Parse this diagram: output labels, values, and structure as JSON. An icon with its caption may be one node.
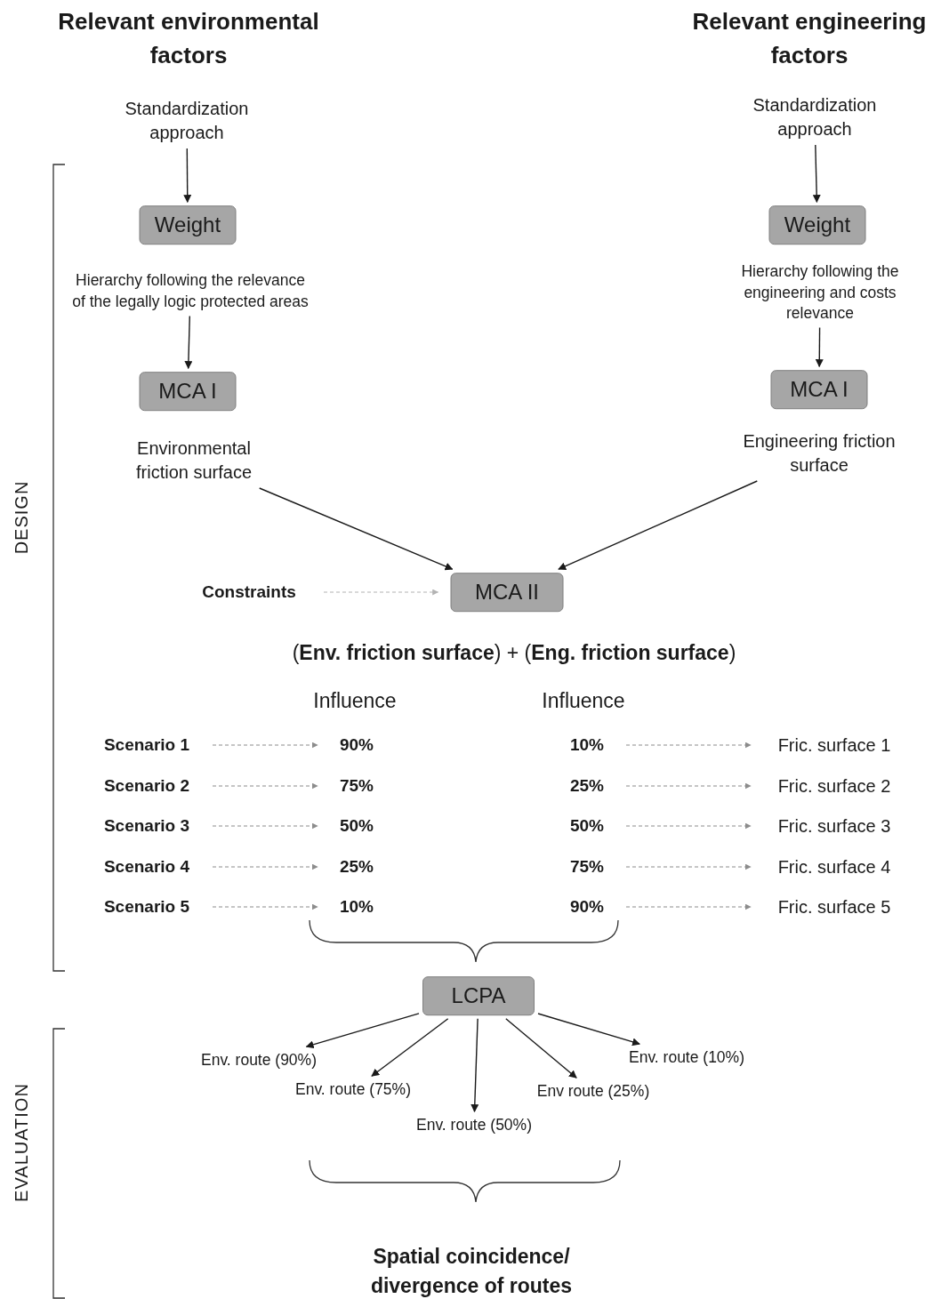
{
  "diagram": {
    "nodes": [
      {
        "text": [
          "Standardization approach"
        ]
      },
      {
        "text": [
          "Weight"
        ]
      },
      {
        "text": [
          "Hierarchy following the relevance of the legally logic protected areas"
        ]
      },
      {
        "text": [
          "MCA I"
        ]
      },
      {
        "text": [
          "Environmental friction surface"
        ]
      },
      {
        "text": [
          "Standardization approach"
        ]
      },
      {
        "text": [
          "Weight"
        ]
      },
      {
        "text": [
          "Hierarchy following the engineering and costs relevance"
        ]
      },
      {
        "text": [
          "MCA I"
        ]
      },
      {
        "text": [
          "Engineering friction surface"
        ]
      },
      {
        "text": [
          "Constraints"
        ]
      },
      {
        "text": [
          "MCA  II"
        ]
      },
      {
        "text": [
          "Scenario 1"
        ]
      },
      {
        "text": [
          "Scenario 2"
        ]
      },
      {
        "text": [
          "Scenario 3"
        ]
      },
      {
        "text": [
          "Scenario 4"
        ]
      },
      {
        "text": [
          "Scenario 5"
        ]
      },
      {
        "text": [
          "90%"
        ]
      },
      {
        "text": [
          "75%"
        ]
      },
      {
        "text": [
          "50%"
        ]
      },
      {
        "text": [
          "25%"
        ]
      },
      {
        "text": [
          "10%"
        ]
      },
      {
        "text": [
          "10%"
        ]
      },
      {
        "text": [
          "25%"
        ]
      },
      {
        "text": [
          "50%"
        ]
      },
      {
        "text": [
          "75%"
        ]
      },
      {
        "text": [
          "90%"
        ]
      },
      {
        "text": [
          "Fric. surface 1"
        ]
      },
      {
        "text": [
          "Fric. surface 2"
        ]
      },
      {
        "text": [
          "Fric. surface 3"
        ]
      },
      {
        "text": [
          "Fric. surface 4"
        ]
      },
      {
        "text": [
          "Fric. surface 5"
        ]
      },
      {
        "text": [
          "LCPA"
        ]
      },
      {
        "text": [
          "Env. route (90%)"
        ]
      },
      {
        "text": [
          "Env. route (75%)"
        ]
      },
      {
        "text": [
          "Env. route (50%)"
        ]
      },
      {
        "text": [
          "Env route (25%)"
        ]
      },
      {
        "text": [
          "Env. route (10%)"
        ]
      }
    ],
    "edges": [
      {
        "from": 0,
        "to": 1,
        "arrow": "to"
      },
      {
        "from": 2,
        "to": 3,
        "arrow": "to"
      },
      {
        "from": 5,
        "to": 6,
        "arrow": "to"
      },
      {
        "from": 7,
        "to": 8,
        "arrow": "to"
      },
      {
        "from": 4,
        "to": 11,
        "arrow": "to"
      },
      {
        "from": 9,
        "to": 11,
        "arrow": "to"
      },
      {
        "from": 10,
        "to": 11,
        "arrow": "to",
        "style": "dashed",
        "color": "#b3b3b3"
      },
      {
        "from": 12,
        "to": 17,
        "arrow": "to",
        "style": "dashed",
        "color": "#8c8c8c"
      },
      {
        "from": 13,
        "to": 18,
        "arrow": "to",
        "style": "dashed",
        "color": "#8c8c8c"
      },
      {
        "from": 14,
        "to": 19,
        "arrow": "to",
        "style": "dashed",
        "color": "#8c8c8c"
      },
      {
        "from": 15,
        "to": 20,
        "arrow": "to",
        "style": "dashed",
        "color": "#8c8c8c"
      },
      {
        "from": 16,
        "to": 21,
        "arrow": "to",
        "style": "dashed",
        "color": "#8c8c8c"
      },
      {
        "from": 22,
        "to": 27,
        "arrow": "to",
        "style": "dashed",
        "color": "#8c8c8c"
      },
      {
        "from": 23,
        "to": 28,
        "arrow": "to",
        "style": "dashed",
        "color": "#8c8c8c"
      },
      {
        "from": 24,
        "to": 29,
        "arrow": "to",
        "style": "dashed",
        "color": "#8c8c8c"
      },
      {
        "from": 25,
        "to": 30,
        "arrow": "to",
        "style": "dashed",
        "color": "#8c8c8c"
      },
      {
        "from": 26,
        "to": 31,
        "arrow": "to",
        "style": "dashed",
        "color": "#8c8c8c"
      },
      {
        "from": 32,
        "to": 33,
        "arrow": "to"
      },
      {
        "from": 32,
        "to": 34,
        "arrow": "to"
      },
      {
        "from": 32,
        "to": 35,
        "arrow": "to"
      },
      {
        "from": 32,
        "to": 36,
        "arrow": "to"
      },
      {
        "from": 32,
        "to": 37,
        "arrow": "to"
      }
    ],
    "labels": [
      "Relevant environmental factors",
      "Relevant engineering factors",
      "DESIGN",
      "(**Env. friction surface**)  +  (**Eng. friction surface**)",
      "Influence",
      "Influence",
      "EVALUATION",
      "Spatial coincidence/ divergence of routes"
    ]
  }
}
